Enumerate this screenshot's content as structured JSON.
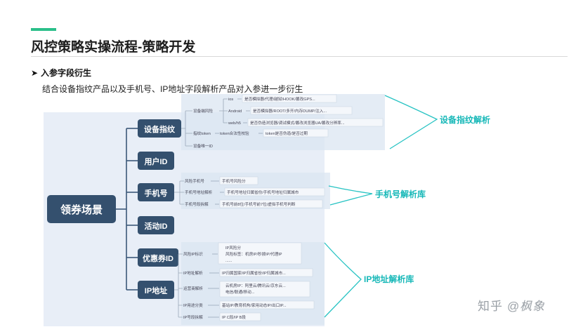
{
  "slide": {
    "title": "风控策略实操流程-策略开发",
    "bullet_arrow": "➤",
    "bullet": "入参字段衍生",
    "desc": "结合设备指纹产品以及手机号、IP地址字段解析产品对入参进一步衍生"
  },
  "diagram": {
    "root": "领券场景",
    "branches": [
      "设备指纹",
      "用户ID",
      "手机号",
      "活动ID",
      "优惠券ID",
      "IP地址"
    ],
    "device": {
      "risk": "设备端风险",
      "ios": "ios",
      "ios_detail": "是否模拟器/代理/越狱/HOOK/篡改GPS...",
      "android": "Android",
      "android_detail": "是否模拟器/ROOT/多开/内存DUMP/注入...",
      "web": "web/h5",
      "web_detail": "是否伪造浏览器/调试模式/篡改浏览器UA/篡改分辨率...",
      "token": "指纹token",
      "token_check": "token合法性校验",
      "token_detail": "token是否伪造/是否过期",
      "device_id": "设备唯一ID"
    },
    "phone": {
      "risk": "风险手机号",
      "risk_detail": "手机号风险分",
      "location": "手机号地址解析",
      "location_detail": "手机号地址归属省份/手机号地址归属城市",
      "segment": "手机号段拆解",
      "segment_detail": "手机号前8位/手机号前7位/虚拟手机号判断"
    },
    "ip": {
      "risk": "风险IP标识",
      "risk_score": "IP风险分",
      "risk_tags": "风险标签：机房IP/秒拨IP/代理IP",
      "risk_more": "......",
      "location": "IP地址解析",
      "location_detail": "IP归属国家/IP归属省份/IP归属城市...",
      "isp": "运营商解析",
      "isp_cloud": "云机房IP：阿里云/腾讯云/京东云...",
      "isp_telecom": "电信/联通/移动...",
      "usage": "IP用途分类",
      "usage_detail": "基站IP/教育机构/家用动态IP/出口IP...",
      "segment": "IP号段拆解",
      "segment_detail": "IP C段/IP B段"
    },
    "callouts": {
      "device": "设备指纹解析",
      "phone": "手机号解析库",
      "ip": "IP地址解析库"
    }
  },
  "watermark": {
    "platform": "知乎",
    "author": "@枫象"
  }
}
